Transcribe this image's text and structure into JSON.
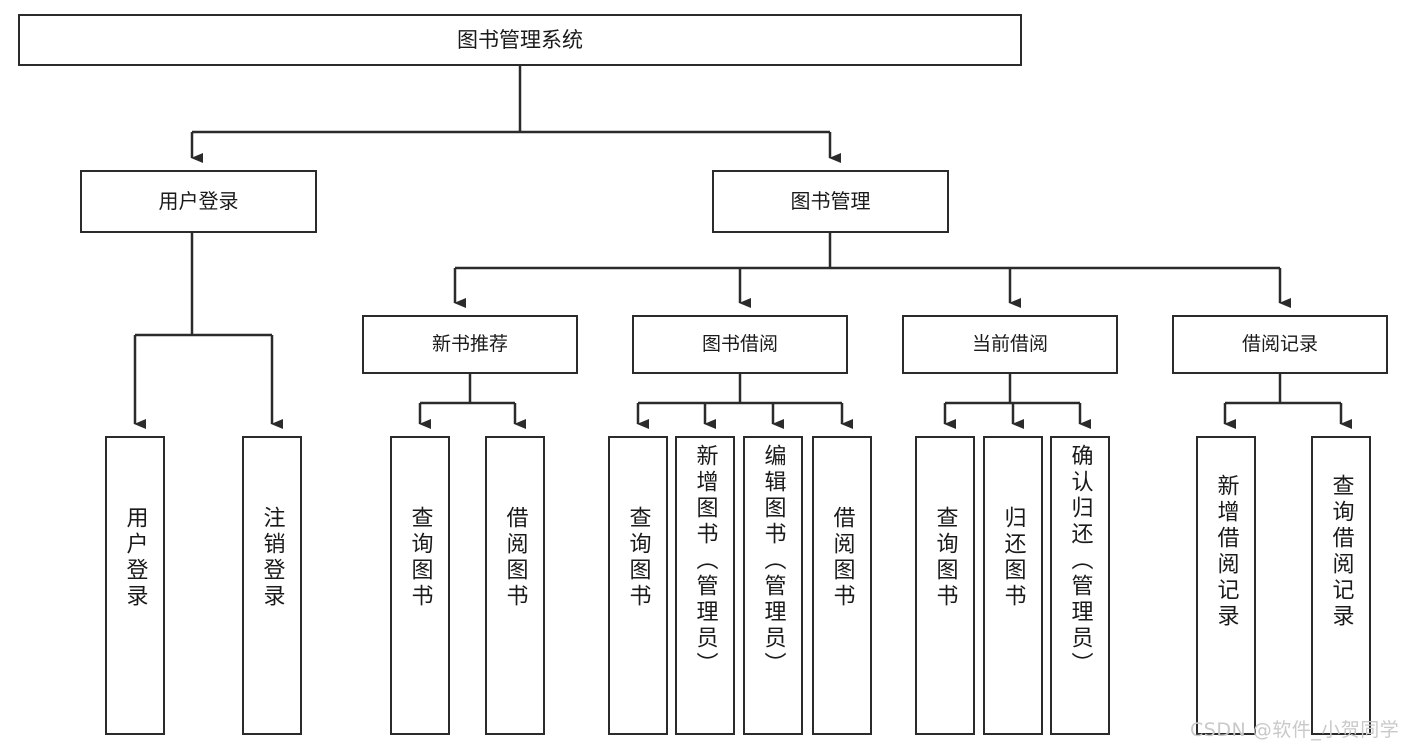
{
  "diagram": {
    "type": "tree-hierarchy",
    "root": {
      "id": "root",
      "label": "图书管理系统"
    },
    "level1": [
      {
        "id": "user-login",
        "label": "用户登录"
      },
      {
        "id": "book-management",
        "label": "图书管理"
      }
    ],
    "level2": [
      {
        "id": "new-book-recommend",
        "label": "新书推荐",
        "parent": "book-management"
      },
      {
        "id": "book-borrow",
        "label": "图书借阅",
        "parent": "book-management"
      },
      {
        "id": "current-borrow",
        "label": "当前借阅",
        "parent": "book-management"
      },
      {
        "id": "borrow-record",
        "label": "借阅记录",
        "parent": "book-management"
      }
    ],
    "leaves": [
      {
        "id": "leaf-user-login",
        "label": "用户登录",
        "parent": "user-login"
      },
      {
        "id": "leaf-logout-login",
        "label": "注销登录",
        "parent": "user-login"
      },
      {
        "id": "leaf-query-book-1",
        "label": "查询图书",
        "parent": "new-book-recommend"
      },
      {
        "id": "leaf-borrow-book-1",
        "label": "借阅图书",
        "parent": "new-book-recommend"
      },
      {
        "id": "leaf-query-book-2",
        "label": "查询图书",
        "parent": "book-borrow"
      },
      {
        "id": "leaf-add-book",
        "label": "新增图书（管理员）",
        "parent": "book-borrow"
      },
      {
        "id": "leaf-edit-book",
        "label": "编辑图书（管理员）",
        "parent": "book-borrow"
      },
      {
        "id": "leaf-borrow-book-2",
        "label": "借阅图书",
        "parent": "book-borrow"
      },
      {
        "id": "leaf-query-book-3",
        "label": "查询图书",
        "parent": "current-borrow"
      },
      {
        "id": "leaf-return-book",
        "label": "归还图书",
        "parent": "current-borrow"
      },
      {
        "id": "leaf-confirm-return",
        "label": "确认归还（管理员）",
        "parent": "current-borrow"
      },
      {
        "id": "leaf-add-record",
        "label": "新增借阅记录",
        "parent": "borrow-record"
      },
      {
        "id": "leaf-query-record",
        "label": "查询借阅记录",
        "parent": "borrow-record"
      }
    ]
  },
  "watermark": {
    "text": "CSDN @软件_小贺同学"
  },
  "colors": {
    "stroke": "#2b2b2b",
    "background": "#ffffff",
    "text": "#1a1a1a",
    "watermark": "#c9c9c9"
  }
}
